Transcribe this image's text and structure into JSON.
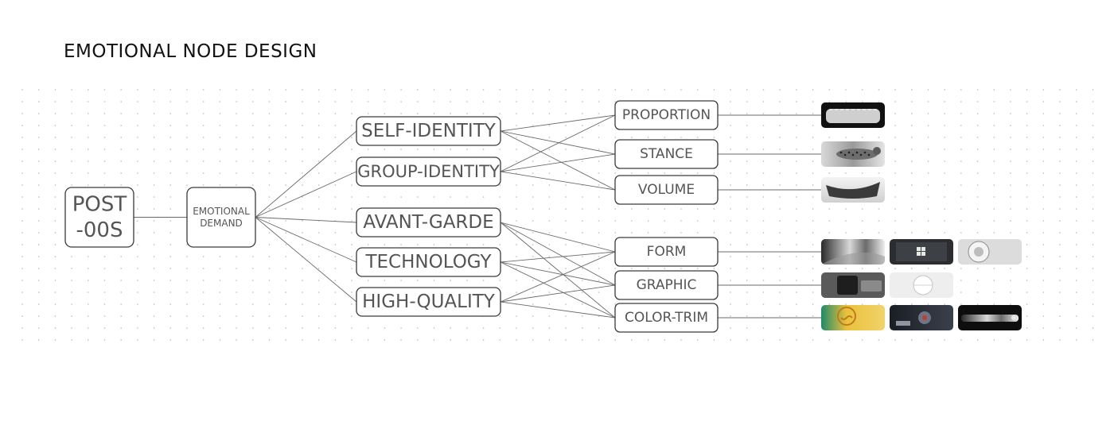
{
  "title": "EMOTIONAL NODE DESIGN",
  "nodes": {
    "root": "POST\n-00S",
    "demand": "EMOTIONAL\nDEMAND",
    "self_identity": "SELF-IDENTITY",
    "group_identity": "GROUP-IDENTITY",
    "avant_garde": "AVANT-GARDE",
    "technology": "TECHNOLOGY",
    "high_quality": "HIGH-QUALITY",
    "proportion": "PROPORTION",
    "stance": "STANCE",
    "volume": "VOLUME",
    "form": "FORM",
    "graphic": "GRAPHIC",
    "color_trim": "COLOR-TRIM"
  },
  "thumbnails": {
    "proportion": [
      "car-side-silhouette"
    ],
    "stance": [
      "leopard-crouching"
    ],
    "volume": [
      "curved-sculpture"
    ],
    "form": [
      "chrome-surface",
      "laptop-windows-logo",
      "knob-detail"
    ],
    "graphic": [
      "car-seat-panel",
      "translucent-button"
    ],
    "color_trim": [
      "yellow-graphic-art",
      "dark-interior-buttons",
      "chrome-cylinder"
    ]
  },
  "colors": {
    "line": "#6a6a6a",
    "box_stroke": "#3a3a3a",
    "text": "#555555",
    "dot": "#b5b5b5"
  }
}
